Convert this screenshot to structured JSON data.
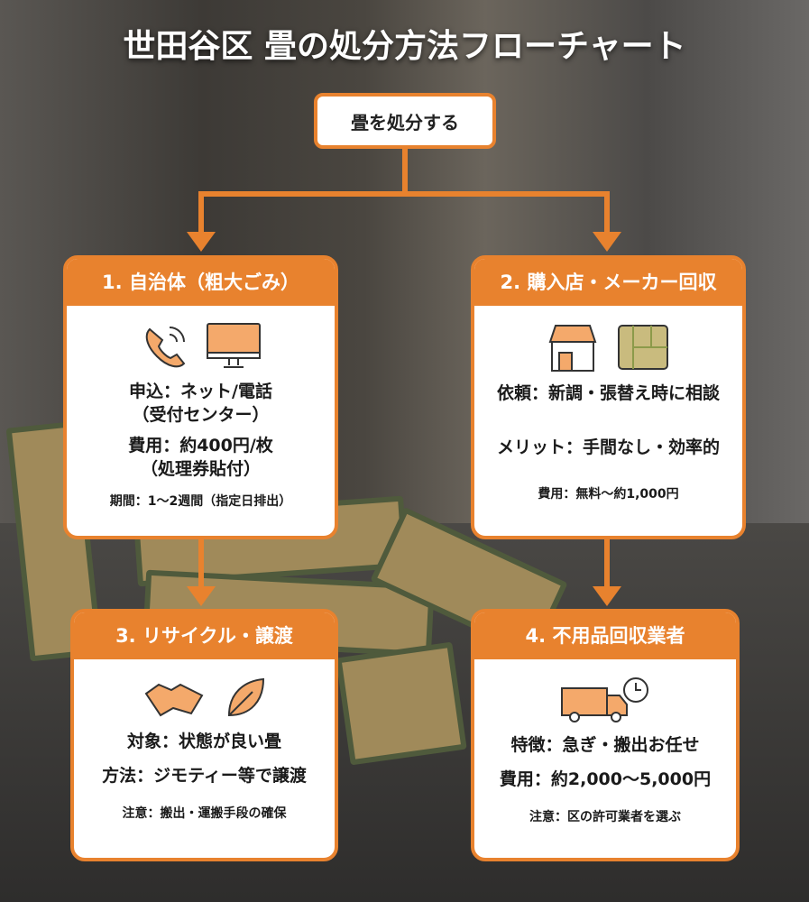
{
  "title": "世田谷区 畳の処分方法フローチャート",
  "start": "畳を処分する",
  "colors": {
    "accent": "#e8822e"
  },
  "cards": [
    {
      "header": "1. 自治体（粗大ごみ）",
      "icons": [
        "phone-icon",
        "monitor-icon"
      ],
      "lines": [
        "申込：ネット/電話",
        "（受付センター）",
        "費用：約400円/枚",
        "（処理券貼付）"
      ],
      "note": "期間：1〜2週間（指定日排出）"
    },
    {
      "header": "2. 購入店・メーカー回収",
      "icons": [
        "store-icon",
        "tatami-icon"
      ],
      "lines": [
        "依頼：新調・張替え時に相談",
        "メリット：手間なし・効率的"
      ],
      "note": "費用：無料〜約1,000円"
    },
    {
      "header": "3. リサイクル・譲渡",
      "icons": [
        "handshake-icon",
        "leaf-icon"
      ],
      "lines": [
        "対象：状態が良い畳",
        "方法：ジモティー等で譲渡"
      ],
      "note": "注意：搬出・運搬手段の確保"
    },
    {
      "header": "4. 不用品回収業者",
      "icons": [
        "truck-clock-icon"
      ],
      "lines": [
        "特徴：急ぎ・搬出お任せ",
        "費用：約2,000〜5,000円"
      ],
      "note": "注意：区の許可業者を選ぶ"
    }
  ]
}
